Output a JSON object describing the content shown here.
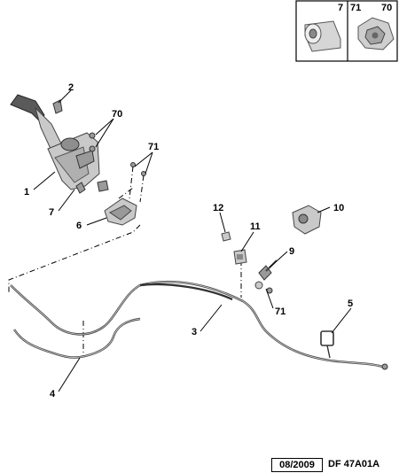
{
  "inset": {
    "left_label": "7",
    "right_labels": [
      "71",
      "70"
    ]
  },
  "callouts": {
    "c1": "1",
    "c2": "2",
    "c3": "3",
    "c4": "4",
    "c5": "5",
    "c6": "6",
    "c7": "7",
    "c9": "9",
    "c10": "10",
    "c11": "11",
    "c12": "12",
    "c70": "70",
    "c71a": "71",
    "c71b": "71"
  },
  "footer": {
    "date": "08/2009",
    "reference": "DF 47A01A"
  }
}
